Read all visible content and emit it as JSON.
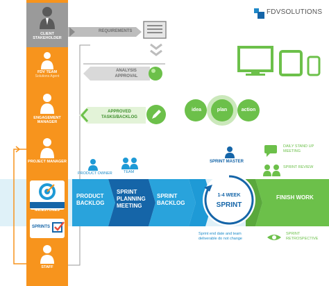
{
  "brand": {
    "name": "FDVSOLUTIONS",
    "accent": "#1e88c8"
  },
  "colors": {
    "orange": "#f7941d",
    "blue": "#1e9ad6",
    "dark_blue": "#1565a8",
    "green": "#6cc04a",
    "gray": "#8a8a8a"
  },
  "roles": {
    "client": {
      "label": "CLIENT STAKEHOLDER"
    },
    "fdv_team": {
      "label": "FDV TEAM",
      "sub": "Solutions Agent"
    },
    "engagement": {
      "label": "ENGAGEMENT MANAGER"
    },
    "project": {
      "label": "PROJECT MANAGER"
    },
    "milestones": {
      "label": "MILESTONES"
    },
    "sprints": {
      "label": "SPRINTS",
      "sub": ""
    },
    "staff": {
      "label": "STAFF"
    }
  },
  "steps": {
    "requirements": "REQUIREMENTS",
    "analysis": "ANALYSIS APPROVAL",
    "approved": "APPROVED TASKS/BACKLOG"
  },
  "cycle": {
    "idea": "idea",
    "plan": "plan",
    "action": "action"
  },
  "team": {
    "product_owner": "PRODUCT OWNER",
    "team": "TEAM",
    "sprint_master": "SPRINT MASTER"
  },
  "flow": {
    "product_backlog": "PRODUCT BACKLOG",
    "sprint_planning": "SPRINT PLANNING MEETING",
    "sprint_backlog": "SPRINT BACKLOG",
    "sprint_duration": "1-4 WEEK",
    "sprint": "SPRINT",
    "finish": "FINISH WORK"
  },
  "right": {
    "daily": "DAILY STAND UP MEETING",
    "review": "SPRINT REVIEW",
    "retro": "SPRINT RETROSPECTIVE"
  },
  "note": "Sprint end date and team deliverable do not change"
}
